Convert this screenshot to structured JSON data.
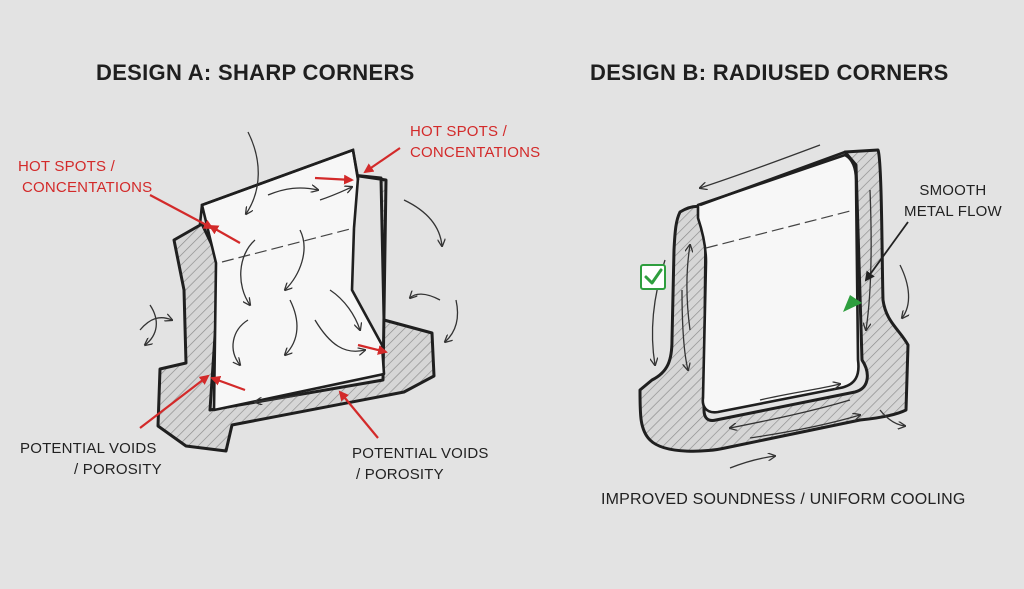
{
  "design_a": {
    "title": "DESIGN A: SHARP CORNERS",
    "hotspot_left": [
      "HOT SPOTS /",
      "CONCENTATIONS"
    ],
    "hotspot_right": [
      "HOT SPOTS /",
      "CONCENTATIONS"
    ],
    "voids_left": [
      "POTENTIAL VOIDS",
      "/ POROSITY"
    ],
    "voids_right": [
      "POTENTIAL VOIDS",
      "/ POROSITY"
    ]
  },
  "design_b": {
    "title": "DESIGN B: RADIUSED CORNERS",
    "smooth_flow": [
      "SMOOTH",
      "METAL FLOW"
    ],
    "caption": "IMPROVED SOUNDNESS / UNIFORM COOLING"
  },
  "colors": {
    "background": "#e3e3e3",
    "hotspot_red": "#d32a2a",
    "check_green": "#2e9e3e",
    "outline": "#1f1f1f"
  },
  "icons": [
    "hotspot-arrow-icon",
    "flow-arrow-icon",
    "check-icon"
  ]
}
